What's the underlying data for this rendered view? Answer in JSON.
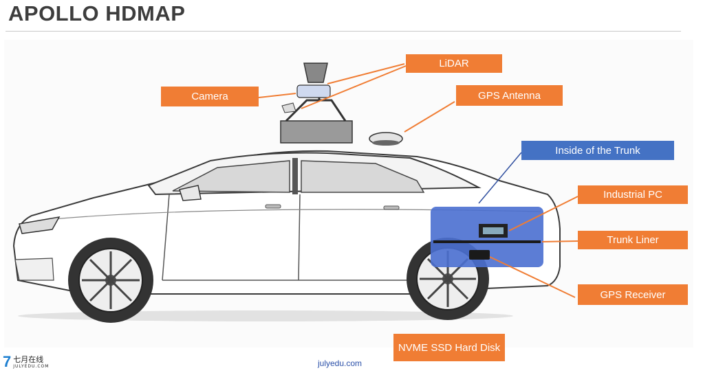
{
  "header": {
    "title": "APOLLO HDMAP"
  },
  "labels": {
    "lidar": "LiDAR",
    "camera": "Camera",
    "gps_antenna": "GPS Antenna",
    "inside_trunk": "Inside of the Trunk",
    "industrial_pc": "Industrial PC",
    "trunk_liner": "Trunk Liner",
    "gps_receiver": "GPS Receiver",
    "nvme_ssd": "NVME SSD Hard Disk"
  },
  "footer": {
    "logo_cn": "七月在线",
    "logo_en": "JULYEDU.COM",
    "url": "julyedu.com"
  },
  "colors": {
    "label_orange": "#f07d34",
    "label_blue": "#4472c4",
    "trunk_overlay": "#4a6fd0"
  }
}
